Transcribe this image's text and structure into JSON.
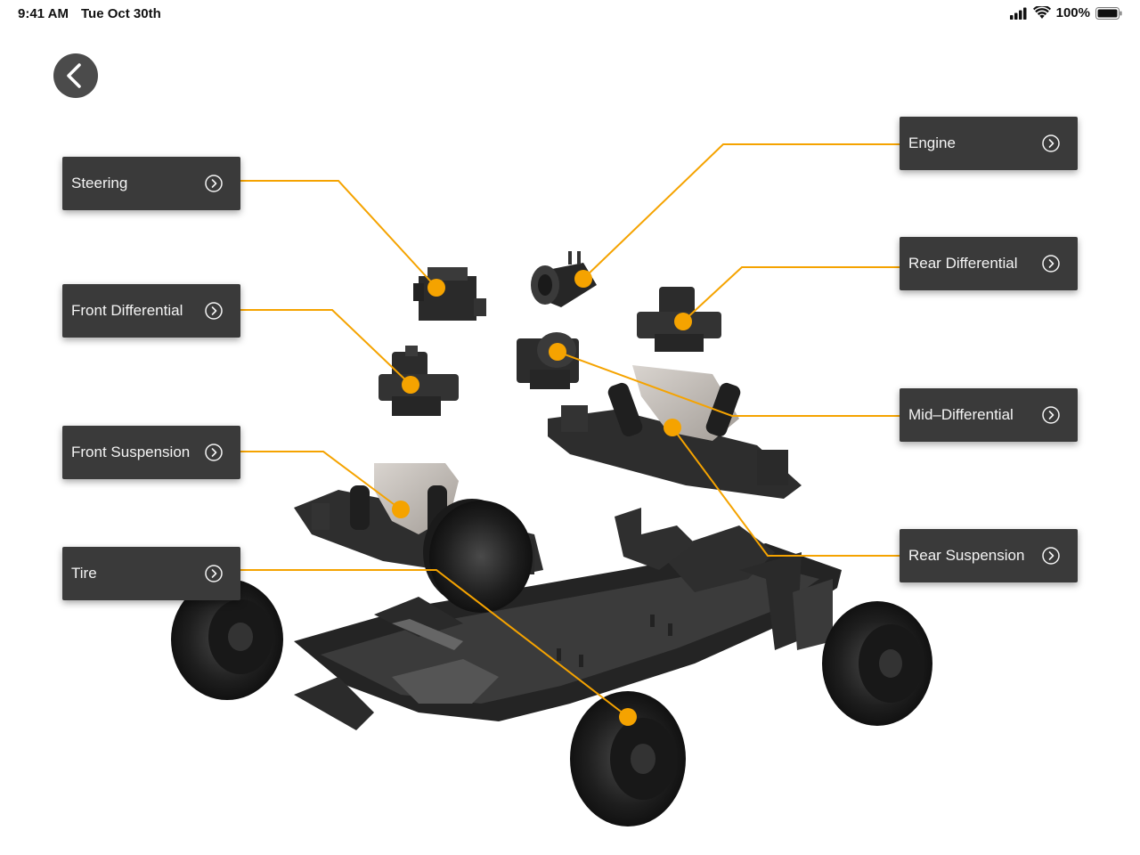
{
  "status_bar": {
    "time": "9:41 AM",
    "date": "Tue Oct 30th",
    "battery_percent": "100%",
    "icons": [
      "signal-icon",
      "wifi-icon",
      "battery-icon"
    ]
  },
  "navigation": {
    "back_icon": "chevron-left-icon"
  },
  "colors": {
    "accent": "#f5a300",
    "card_background": "#3a3a3a",
    "card_text": "#f4f4f4",
    "back_button": "#4b4b4b"
  },
  "parts": [
    {
      "id": "steering",
      "label": "Steering"
    },
    {
      "id": "front-differential",
      "label": "Front Differential"
    },
    {
      "id": "front-suspension",
      "label": "Front Suspension"
    },
    {
      "id": "tire",
      "label": "Tire"
    },
    {
      "id": "engine",
      "label": "Engine"
    },
    {
      "id": "rear-differential",
      "label": "Rear Differential"
    },
    {
      "id": "mid-differential",
      "label": "Mid–Differential"
    },
    {
      "id": "rear-suspension",
      "label": "Rear Suspension"
    }
  ]
}
